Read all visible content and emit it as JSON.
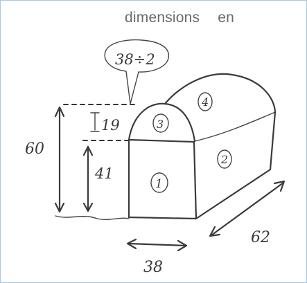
{
  "header": {
    "word1": "dimensions",
    "word2": "en"
  },
  "bubble": {
    "text": "38÷2"
  },
  "dimensions": {
    "total_height": "60",
    "wall_height": "41",
    "roof_rise": "19",
    "width": "38",
    "length": "62"
  },
  "faces": {
    "front_wall": "1",
    "side_wall": "2",
    "front_arch": "3",
    "roof": "4"
  },
  "colors": {
    "ink": "#3a3a3a",
    "header_text": "#6a6a6a",
    "frame_border": "#a9c7de"
  }
}
